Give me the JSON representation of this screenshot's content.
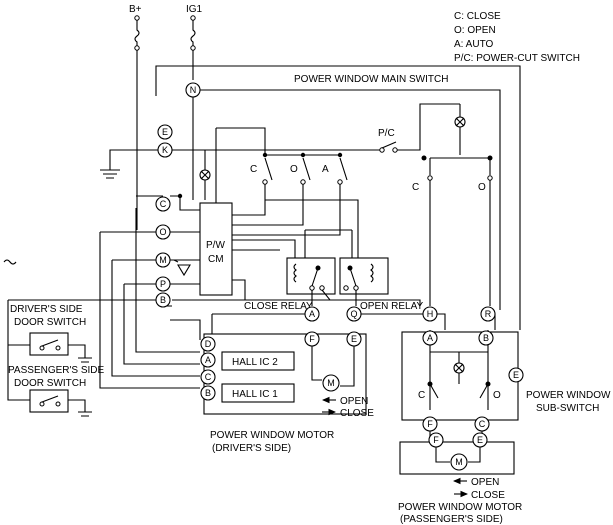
{
  "legend": {
    "close": "C: CLOSE",
    "open": "O: OPEN",
    "auto": "A: AUTO",
    "pc": "P/C: POWER-CUT SWITCH"
  },
  "power": {
    "bplus": "B+",
    "ig1": "IG1"
  },
  "main_switch": {
    "title": "POWER WINDOW MAIN SWITCH",
    "pc_label": "P/C",
    "switch_labels": {
      "c": "C",
      "o": "O",
      "a": "A"
    },
    "cm_label_1": "P/W",
    "cm_label_2": "CM",
    "close_relay": "CLOSE RELAY",
    "open_relay": "OPEN RELAY",
    "right_c": "C",
    "right_o": "O",
    "terminals": {
      "n": "N",
      "e": "E",
      "k": "K",
      "c": "C",
      "o": "O",
      "m": "M",
      "p": "P",
      "b": "B",
      "a": "A",
      "q": "Q",
      "h": "H",
      "r": "R"
    }
  },
  "driver_motor": {
    "title_1": "POWER WINDOW MOTOR",
    "title_2": "(DRIVER'S SIDE)",
    "hall1": "HALL IC 1",
    "hall2": "HALL IC 2",
    "open": "OPEN",
    "close": "CLOSE",
    "terminals": {
      "d": "D",
      "a": "A",
      "c": "C",
      "b": "B",
      "f": "F",
      "e": "E",
      "m": "M"
    }
  },
  "door_switches": {
    "driver_1": "DRIVER'S SIDE",
    "driver_2": "DOOR SWITCH",
    "passenger_1": "PASSENGER'S SIDE",
    "passenger_2": "DOOR SWITCH"
  },
  "sub_switch": {
    "title_1": "POWER WINDOW",
    "title_2": "SUB-SWITCH",
    "c": "C",
    "o": "O",
    "terminals": {
      "a": "A",
      "b": "B",
      "e": "E",
      "f": "F",
      "c": "C"
    }
  },
  "passenger_motor": {
    "title_1": "POWER WINDOW MOTOR",
    "title_2": "(PASSENGER'S SIDE)",
    "open": "OPEN",
    "close": "CLOSE",
    "terminals": {
      "f": "F",
      "e": "E",
      "m": "M"
    }
  }
}
